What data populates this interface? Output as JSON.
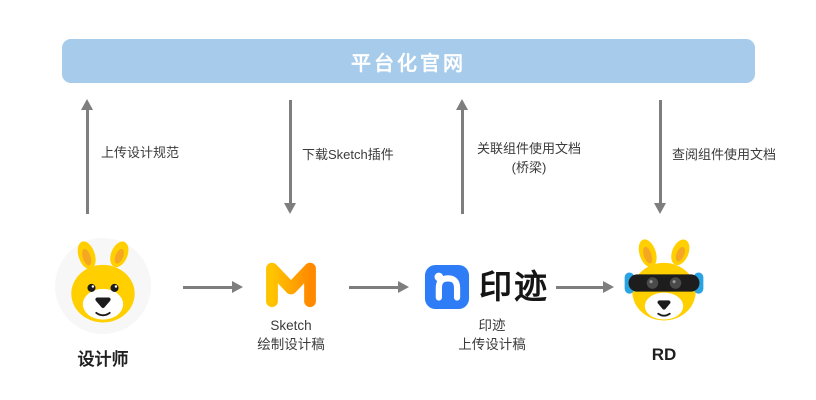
{
  "banner": {
    "label": "平台化官网"
  },
  "flows": {
    "upload_spec": {
      "label": "上传设计规范",
      "direction": "up"
    },
    "download_plugin": {
      "label": "下载Sketch插件",
      "direction": "down"
    },
    "link_docs": {
      "label": "关联组件使用文档",
      "label_line2": "(桥梁)",
      "direction": "up"
    },
    "read_docs": {
      "label": "查阅组件使用文档",
      "direction": "down"
    }
  },
  "nodes": {
    "designer": {
      "label": "设计师",
      "icon": "kangaroo-mascot-icon"
    },
    "sketch": {
      "title": "Sketch",
      "subtitle": "绘制设计稿",
      "icon": "sketch-m-logo-icon"
    },
    "yinji": {
      "logo_text": "印迹",
      "title": "印迹",
      "subtitle": "上传设计稿",
      "icon": "yinji-app-icon"
    },
    "rd": {
      "label": "RD",
      "icon": "kangaroo-robot-icon"
    }
  },
  "colors": {
    "banner_bg": "#A7CBEA",
    "banner_text": "#FFFFFF",
    "arrow": "#7E7E7E",
    "label_text": "#3B3B3B",
    "node_label_text": "#1F1F1F",
    "kangaroo_yellow": "#FFCF00",
    "sketch_gradient_start": "#FFC400",
    "sketch_gradient_end": "#FF8A00",
    "yinji_blue": "#2E7CF6",
    "yinji_text": "#151515"
  }
}
